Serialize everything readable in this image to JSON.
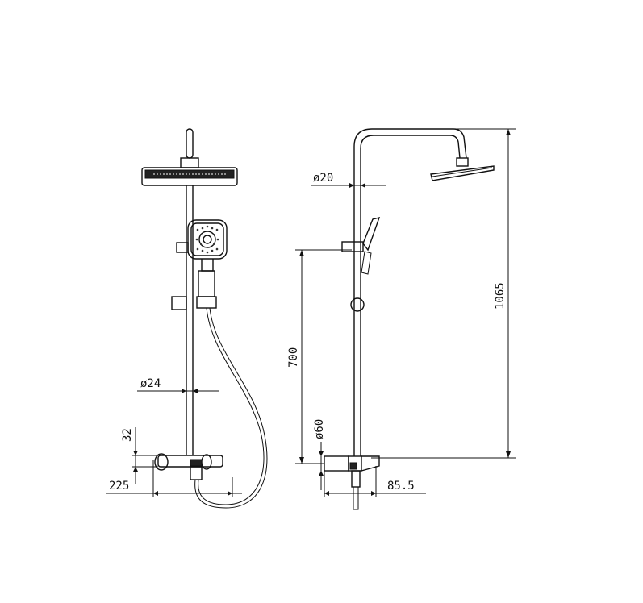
{
  "dimensions": {
    "front": {
      "pipe_diameter": "ø24",
      "bar_height": "32",
      "projection": "225"
    },
    "side": {
      "pipe_diameter": "ø20",
      "overall_height": "1065",
      "rail_height": "700",
      "mixer_diameter": "ø60",
      "spout_depth": "85.5"
    }
  }
}
